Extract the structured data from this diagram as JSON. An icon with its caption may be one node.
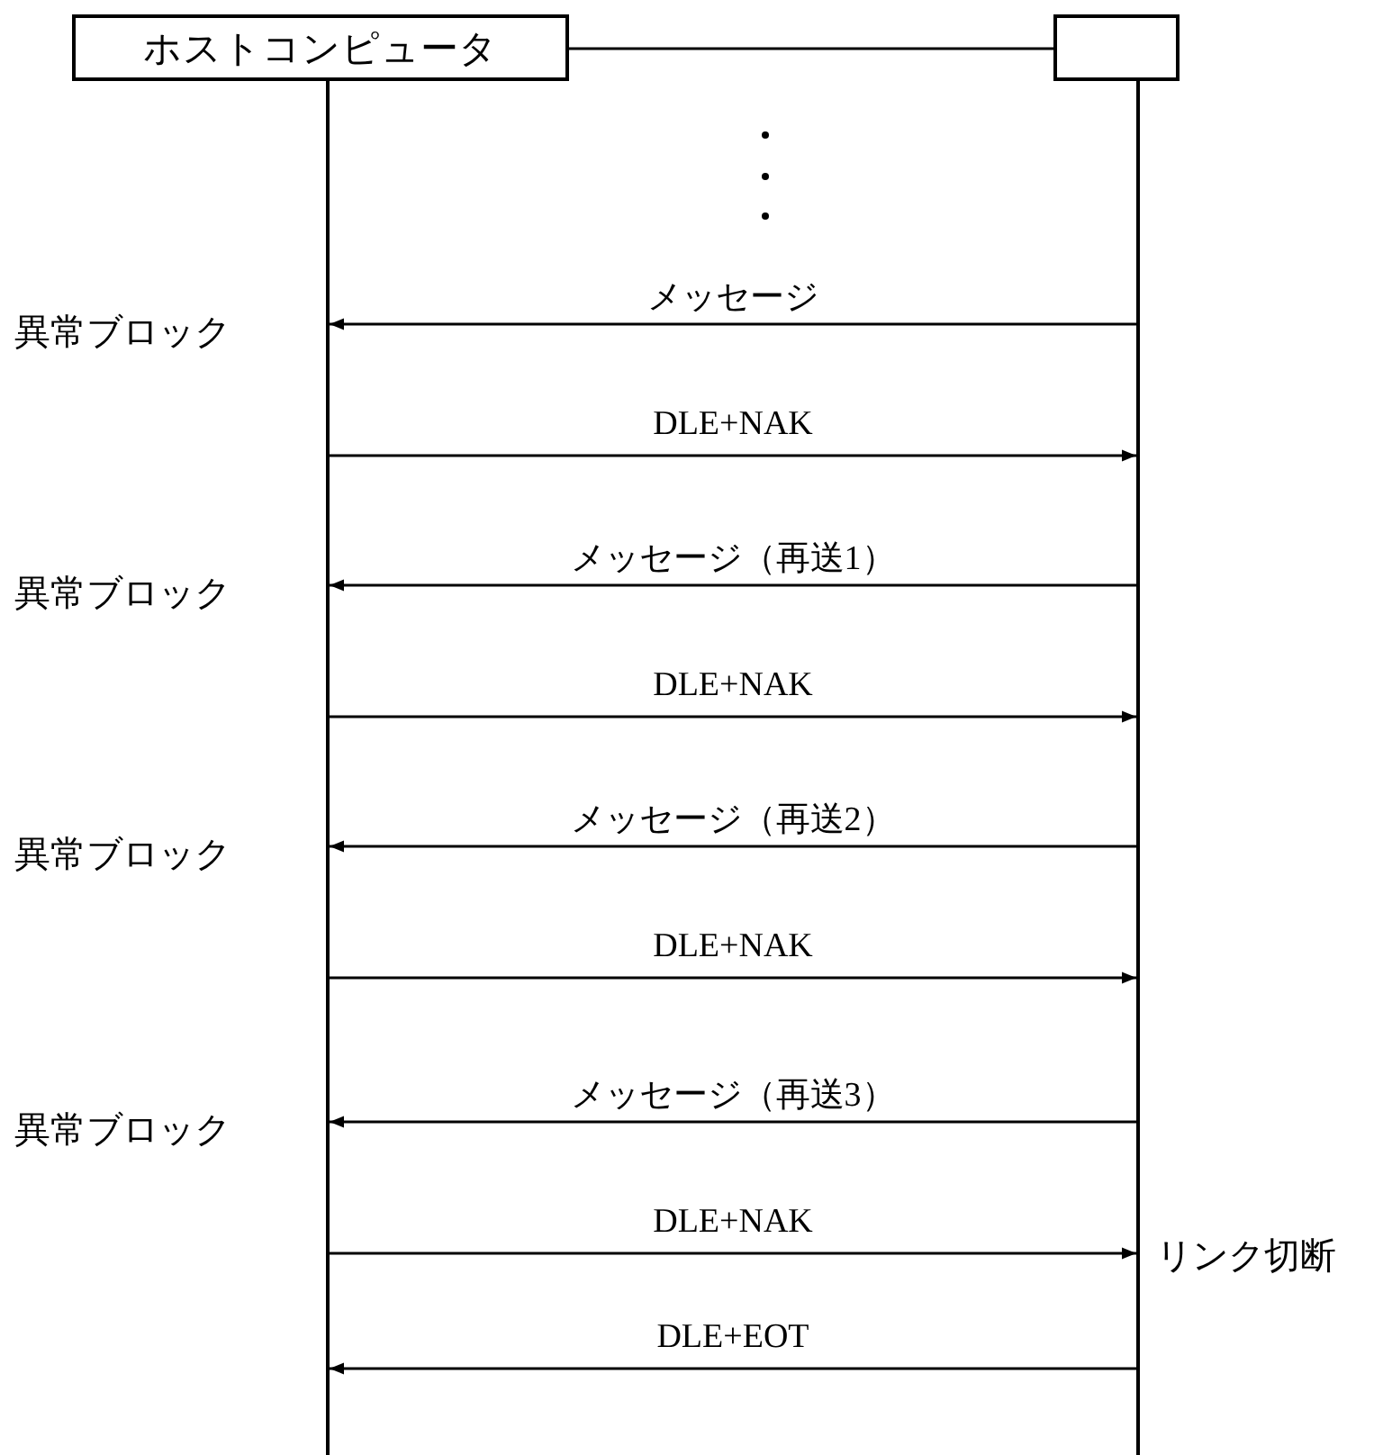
{
  "diagram": {
    "nodes": [
      {
        "text": [
          "ホストコンピュータ"
        ]
      },
      {
        "text": [],
        "shape": "box"
      },
      {
        "text": [],
        "shape": "line"
      },
      {
        "text": [],
        "shape": "line"
      }
    ],
    "edges": [
      {
        "from": 0,
        "to": 1,
        "arrow": "none"
      },
      {
        "from": 3,
        "to": 2,
        "arrow": "to",
        "label": "メッセージ"
      },
      {
        "from": 2,
        "to": 3,
        "arrow": "to",
        "label": "DLE+NAK"
      },
      {
        "from": 3,
        "to": 2,
        "arrow": "to",
        "label": "メッセージ（再送1）"
      },
      {
        "from": 2,
        "to": 3,
        "arrow": "to",
        "label": "DLE+NAK"
      },
      {
        "from": 3,
        "to": 2,
        "arrow": "to",
        "label": "メッセージ（再送2）"
      },
      {
        "from": 2,
        "to": 3,
        "arrow": "to",
        "label": "DLE+NAK"
      },
      {
        "from": 3,
        "to": 2,
        "arrow": "to",
        "label": "メッセージ（再送3）"
      },
      {
        "from": 2,
        "to": 3,
        "arrow": "to",
        "label": "DLE+NAK"
      },
      {
        "from": 3,
        "to": 2,
        "arrow": "to",
        "label": "DLE+EOT"
      }
    ],
    "labels": [
      "異常ブロック",
      "異常ブロック",
      "異常ブロック",
      "異常ブロック",
      "リンク切断"
    ]
  }
}
